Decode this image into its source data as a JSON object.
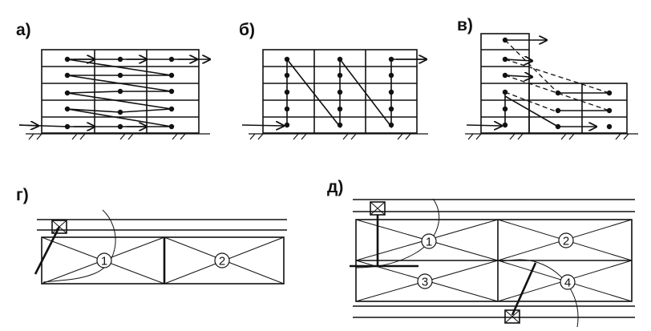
{
  "panels": {
    "a": {
      "label": "а)"
    },
    "b": {
      "label": "б)"
    },
    "v": {
      "label": "в)"
    },
    "g": {
      "label": "г)",
      "zones": [
        "1",
        "2"
      ]
    },
    "d": {
      "label": "д)",
      "zones": [
        "1",
        "2",
        "3",
        "4"
      ]
    }
  }
}
